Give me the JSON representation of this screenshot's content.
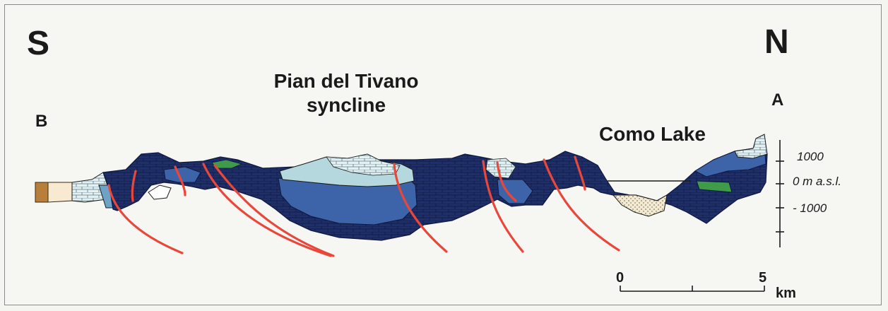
{
  "directions": {
    "south": "S",
    "north": "N"
  },
  "section_ends": {
    "left": "B",
    "right": "A"
  },
  "features": {
    "syncline": [
      "Pian del Tivano",
      "syncline"
    ],
    "lake": "Como Lake"
  },
  "elevation_axis": {
    "labels": [
      "1000",
      "0 m  a.s.l.",
      "- 1000"
    ]
  },
  "scale_bar": {
    "start": "0",
    "end": "5",
    "unit": "km"
  },
  "colors": {
    "dark_unit": "#1f2f6a",
    "mid_unit": "#3d64a8",
    "light_unit": "#b5d8de",
    "limestone_unit": "#e4f1f0",
    "green_unit": "#3f9a4a",
    "sand_unit": "#f2ead2",
    "tan_unit": "#f7ead0",
    "brown_unit": "#b87f3a",
    "fault": "#e8473a"
  }
}
